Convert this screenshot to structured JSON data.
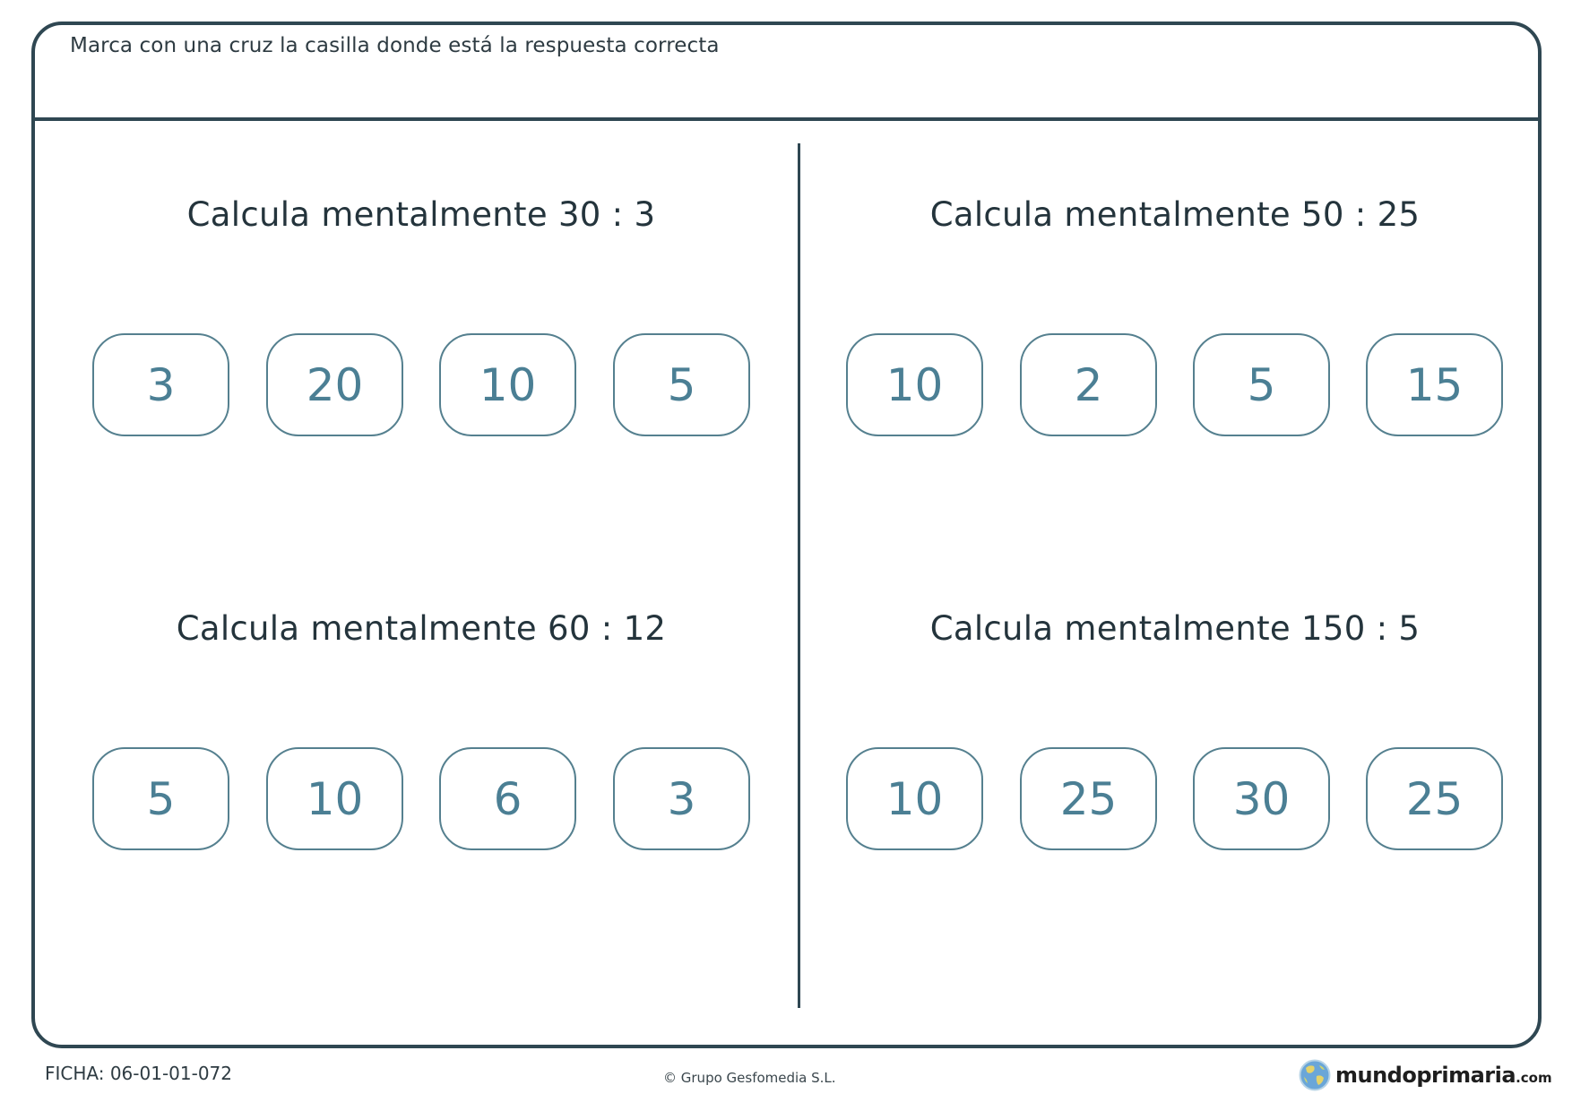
{
  "header": {
    "instruction": "Marca con una cruz la casilla donde está la respuesta correcta"
  },
  "questions": [
    {
      "title": "Calcula mentalmente 30 : 3",
      "options": [
        "3",
        "20",
        "10",
        "5"
      ]
    },
    {
      "title": "Calcula mentalmente 50 : 25",
      "options": [
        "10",
        "2",
        "5",
        "15"
      ]
    },
    {
      "title": "Calcula mentalmente 60 : 12",
      "options": [
        "5",
        "10",
        "6",
        "3"
      ]
    },
    {
      "title": "Calcula mentalmente 150 : 5",
      "options": [
        "10",
        "25",
        "30",
        "25"
      ]
    }
  ],
  "footer": {
    "code": "FICHA: 06-01-01-072",
    "copyright": "© Grupo Gesfomedia S.L.",
    "logo_name": "mundoprimaria",
    "logo_tld": ".com",
    "logo_icon": "globe-icon"
  },
  "colors": {
    "border": "#2f4752",
    "title_text": "#24343c",
    "option_text": "#4b7f94",
    "option_border": "#55808f"
  }
}
